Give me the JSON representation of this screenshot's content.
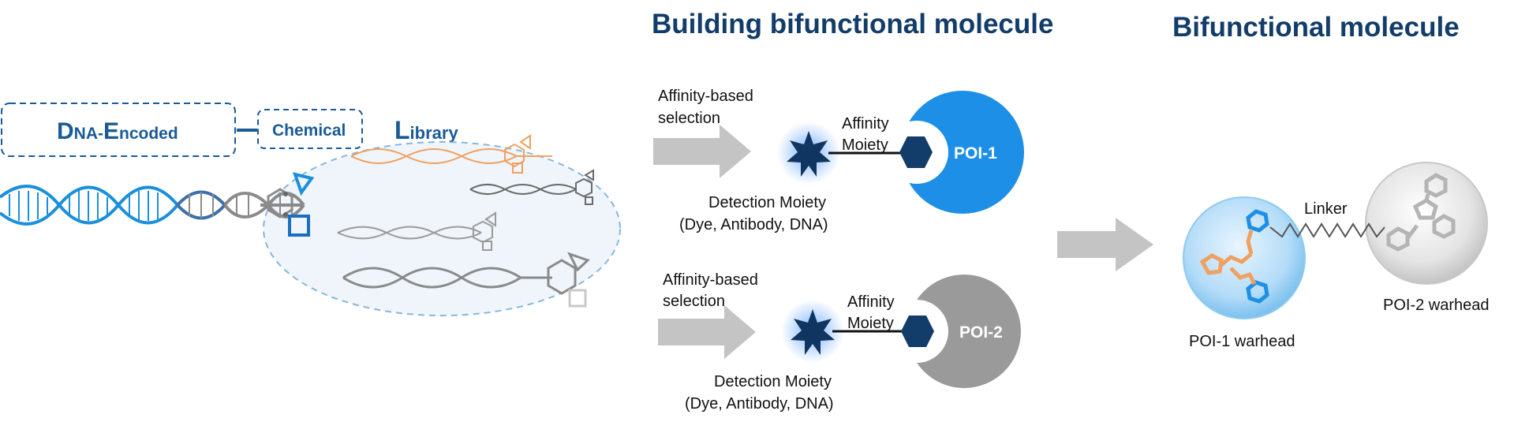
{
  "headings": {
    "building": "Building bifunctional molecule",
    "bifunctional": "Bifunctional molecule"
  },
  "del": {
    "d_initial": "D",
    "d_rest": "NA-",
    "e_initial": "E",
    "e_rest": "ncoded",
    "chemical": "Chemical",
    "l_initial": "L",
    "l_rest": "ibrary"
  },
  "panel_top": {
    "selection_line1": "Affinity-based",
    "selection_line2": "selection",
    "affinity_line1": "Affinity",
    "affinity_line2": "Moiety",
    "detection_line1": "Detection Moiety",
    "detection_line2": "(Dye, Antibody, DNA)",
    "poi": "POI-1"
  },
  "panel_bottom": {
    "selection_line1": "Affinity-based",
    "selection_line2": "selection",
    "affinity_line1": "Affinity",
    "affinity_line2": "Moiety",
    "detection_line1": "Detection Moiety",
    "detection_line2": "(Dye, Antibody, DNA)",
    "poi": "POI-2"
  },
  "molecule": {
    "linker": "Linker",
    "warhead1": "POI-1 warhead",
    "warhead2": "POI-2 warhead"
  },
  "colors": {
    "navy": "#123c69",
    "dna_blue": "#1a8fdc",
    "poi1_blue": "#1d8fe6",
    "poi2_gray": "#9a9a9a",
    "arrow_gray": "#c4c4c4",
    "orange": "#f0a060"
  }
}
